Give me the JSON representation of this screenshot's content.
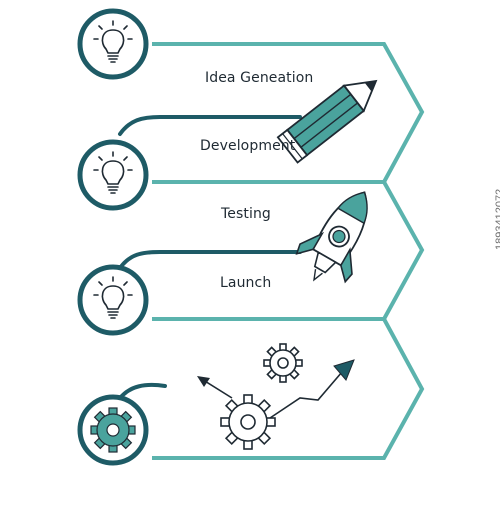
{
  "colors": {
    "primary_dark": "#1e5b66",
    "accent_teal": "#5bb3ad",
    "fill_teal": "#4aa39d",
    "outline": "#1f2a33",
    "background": "#ffffff"
  },
  "steps": [
    {
      "label": "Idea Geneation",
      "icon": "lightbulb-icon"
    },
    {
      "label": "Development",
      "icon": "lightbulb-icon"
    },
    {
      "label": "Testing",
      "icon": "lightbulb-icon"
    },
    {
      "label": "Launch",
      "icon": "gear-icon"
    }
  ],
  "illustrations": [
    "pencil-icon",
    "rocket-icon",
    "growth-gears-icon"
  ],
  "watermark": {
    "stock_id": "1893412072"
  }
}
